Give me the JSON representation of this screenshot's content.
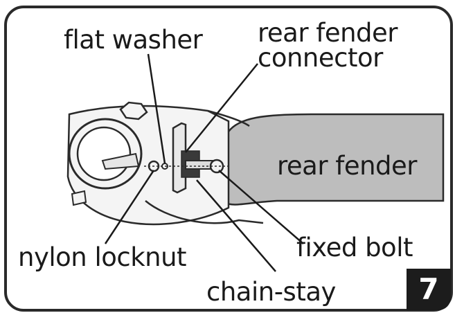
{
  "figure": {
    "step_number": "7",
    "labels": {
      "flat_washer": "flat washer",
      "rear_fender_connector_line1": "rear fender",
      "rear_fender_connector_line2": "connector",
      "rear_fender": "rear fender",
      "nylon_locknut": "nylon locknut",
      "fixed_bolt": "fixed bolt",
      "chain_stay": "chain-stay"
    }
  },
  "colors": {
    "frame_border": "#2a2a2a",
    "fender_fill": "#bdbdbd",
    "part_fill": "#f4f4f4",
    "step_badge": "#1c1c1c"
  }
}
